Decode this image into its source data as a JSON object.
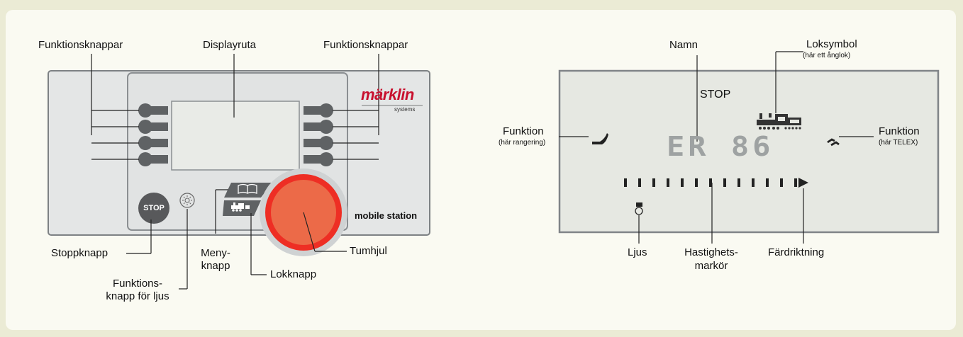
{
  "left": {
    "logo": "märklin",
    "logo_sub": "systems",
    "device_name": "mobile station",
    "stop_button": "STOP",
    "labels": {
      "func_left": "Funktionsknappar",
      "display": "Displayruta",
      "func_right": "Funktionsknappar",
      "stop": "Stoppknapp",
      "light_line1": "Funktions-",
      "light_line2": "knapp för ljus",
      "menu_line1": "Meny-",
      "menu_line2": "knapp",
      "loco": "Lokknapp",
      "wheel": "Tumhjul"
    }
  },
  "right": {
    "display_stop": "STOP",
    "loco_number": "ER 86",
    "labels": {
      "name": "Namn",
      "loco_symbol": "Loksymbol",
      "loco_symbol_note": "(här ett ånglok)",
      "func_left": "Funktion",
      "func_left_note": "(här rangering)",
      "func_right": "Funktion",
      "func_right_note": "(här TELEX)",
      "light": "Ljus",
      "speed_line1": "Hastighets-",
      "speed_line2": "markör",
      "direction": "Färdriktning"
    }
  },
  "colors": {
    "background": "#ebebd5",
    "panel": "#fafaf2",
    "device": "#e4e6e6",
    "display": "#e6e8e2",
    "stop_button": "#555555",
    "wheel": "#ec6a48",
    "logo": "#c8102e"
  }
}
